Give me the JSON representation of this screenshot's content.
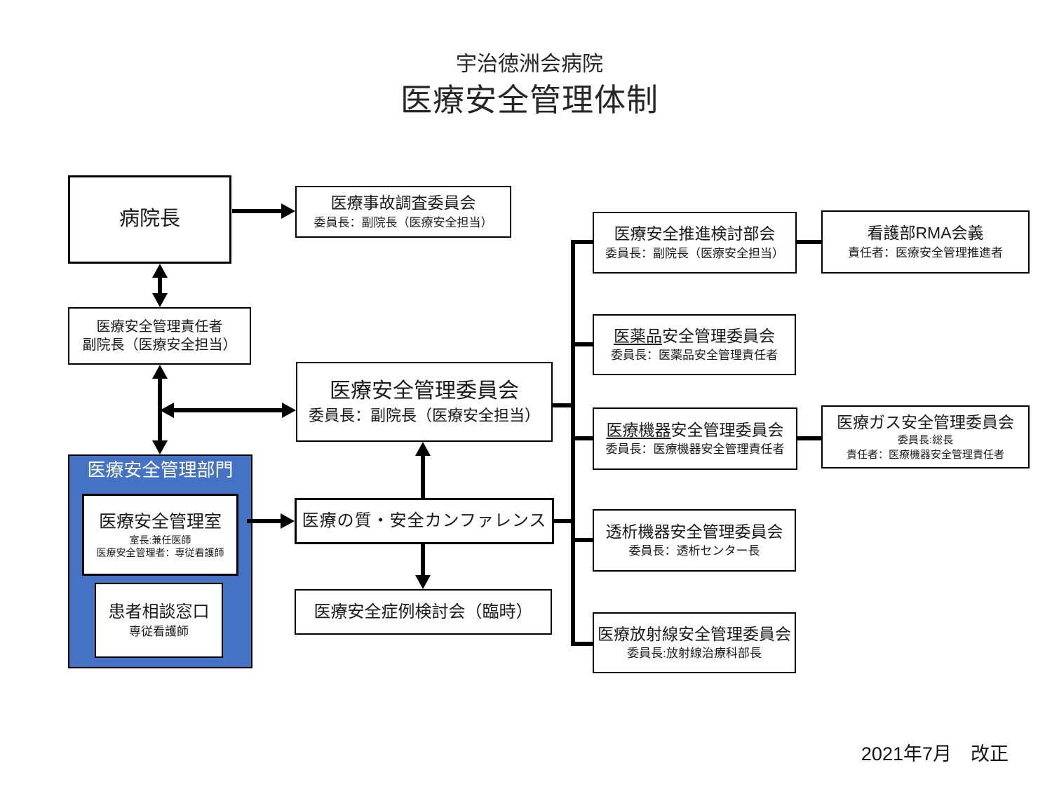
{
  "title": {
    "hospital": "宇治徳洲会病院",
    "main": "医療安全管理体制"
  },
  "footer": {
    "revision": "2021年7月　改正"
  },
  "colors": {
    "accent_blue": "#4472C4",
    "line": "#000000"
  },
  "nodes": {
    "director": {
      "title": "病院長"
    },
    "accident_committee": {
      "title": "医療事故調査委員会",
      "sub": "委員長：副院長（医療安全担当）"
    },
    "safety_manager": {
      "line1": "医療安全管理責任者",
      "line2": "副院長（医療安全担当）"
    },
    "safety_division": {
      "title": "医療安全管理部門"
    },
    "safety_office": {
      "title": "医療安全管理室",
      "sub1": "室長:兼任医師",
      "sub2": "医療安全管理者：専従看護師"
    },
    "patient_consultation": {
      "title": "患者相談窓口",
      "sub": "専従看護師"
    },
    "management_committee": {
      "title": "医療安全管理委員会",
      "sub": "委員長：副院長（医療安全担当）"
    },
    "quality_conference": {
      "title": "医療の質・安全カンファレンス"
    },
    "case_review": {
      "title": "医療安全症例検討会（臨時）"
    },
    "promotion_subcommittee": {
      "title": "医療安全推進検討部会",
      "sub": "委員長：副院長（医療安全担当）"
    },
    "nursing_rma": {
      "title": "看護部RMA会義",
      "sub": "責任者：医療安全管理推進者"
    },
    "pharmaceutical": {
      "title_u": "医薬品",
      "title_rest": "安全管理委員会",
      "sub": "委員長：医薬品安全管理責任者"
    },
    "medical_devices": {
      "title_u": "医療機器",
      "title_rest": "安全管理委員会",
      "sub": "委員長：医療機器安全管理責任者"
    },
    "medical_gas": {
      "title": "医療ガス安全管理委員会",
      "sub1": "委員長:総長",
      "sub2": "責任者：医療機器安全管理責任者"
    },
    "dialysis": {
      "title": "透析機器安全管理委員会",
      "sub": "委員長：透析センター長"
    },
    "radiation": {
      "title": "医療放射線安全管理委員会",
      "sub": "委員長:放射線治療科部長"
    }
  }
}
